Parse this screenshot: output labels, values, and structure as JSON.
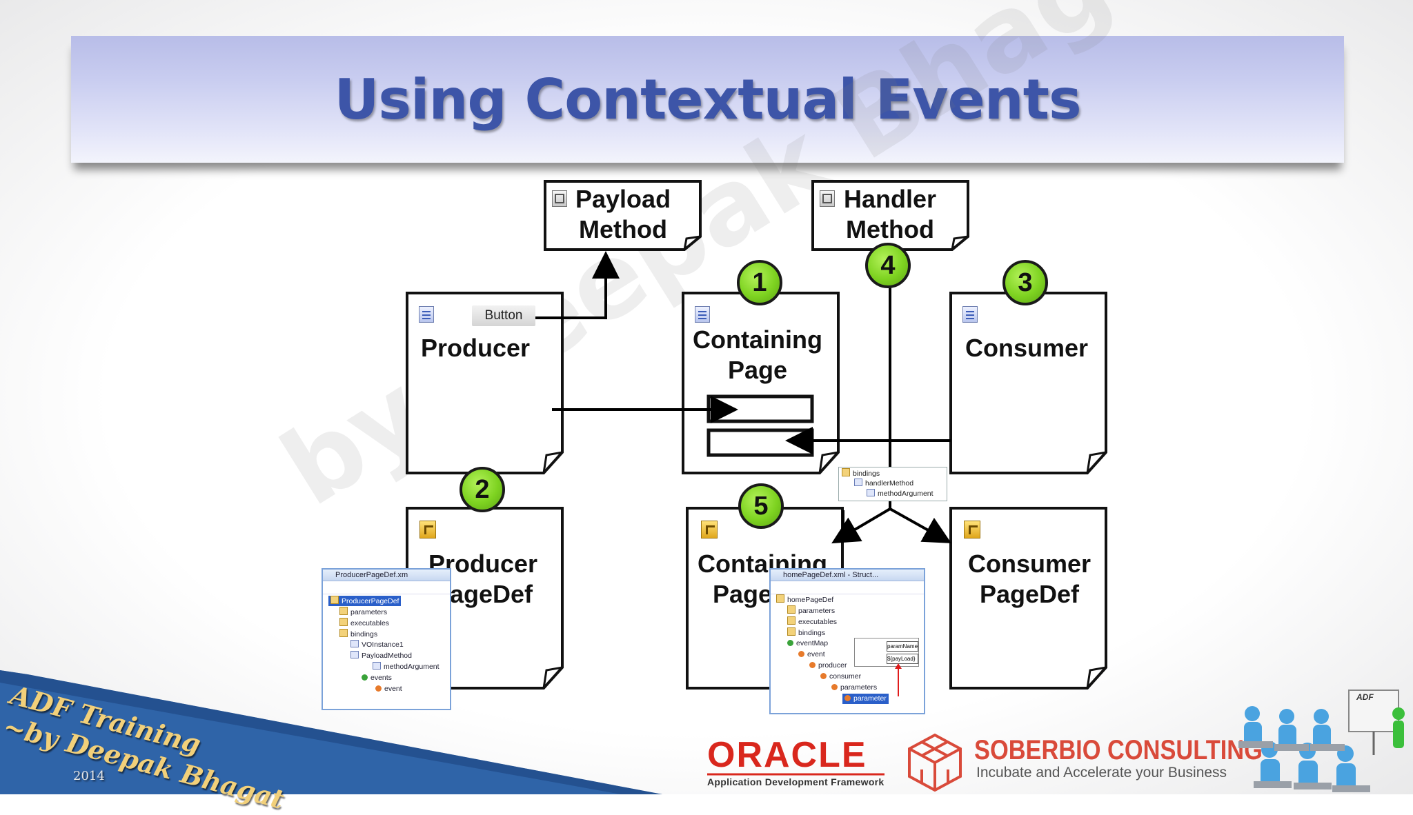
{
  "slide": {
    "title": "Using Contextual Events",
    "watermark": "by Deepak Bhagat"
  },
  "diagram": {
    "boxes": {
      "payload_method": [
        "Payload",
        "Method"
      ],
      "handler_method": [
        "Handler",
        "Method"
      ],
      "producer": [
        "Producer"
      ],
      "containing_page": [
        "Containing",
        "Page"
      ],
      "consumer": [
        "Consumer"
      ],
      "producer_pagedef": [
        "Producer",
        "PageDef"
      ],
      "containing_pagedef": [
        "Containing",
        "PageDef"
      ],
      "consumer_pagedef": [
        "Consumer",
        "PageDef"
      ]
    },
    "button_label": "Button",
    "badges": [
      "1",
      "2",
      "3",
      "4",
      "5"
    ]
  },
  "producer_panel": {
    "title": "ProducerPageDef.xm",
    "rows": [
      "ProducerPageDef",
      "parameters",
      "executables",
      "bindings",
      "VOInstance1",
      "PayloadMethod",
      "methodArgument",
      "events",
      "event"
    ]
  },
  "containing_panel": {
    "title": "homePageDef.xml - Struct...",
    "rows": [
      "homePageDef",
      "parameters",
      "executables",
      "bindings",
      "eventMap",
      "event",
      "producer",
      "consumer",
      "parameters",
      "parameter"
    ],
    "popup": [
      "paramName",
      "${payLoad}"
    ]
  },
  "handler_panel": {
    "rows": [
      "bindings",
      "handlerMethod",
      "methodArgument"
    ]
  },
  "branding": {
    "banner_line1": "ADF Training",
    "banner_line2": "~by Deepak Bhagat",
    "banner_year": "2014",
    "oracle_word": "ORACLE",
    "oracle_sub": "Application Development Framework",
    "soberbio_name": "SOBERBIO CONSULTING",
    "soberbio_tagline": "Incubate and Accelerate your Business",
    "adf_board": "ADF"
  },
  "colors": {
    "title_text": "#3d55a8",
    "badge_fill": "#7ed321",
    "oracle_red": "#d9271d",
    "banner_blue": "#2f64a8"
  }
}
